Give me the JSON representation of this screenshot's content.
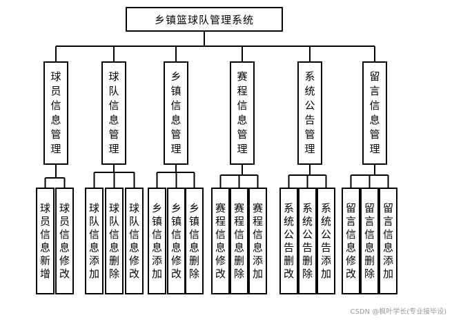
{
  "root": {
    "title": "乡镇篮球队管理系统"
  },
  "modules": [
    {
      "label": "球员信息管理",
      "children": [
        "球员信息新增",
        "球员信息修改"
      ]
    },
    {
      "label": "球队信息管理",
      "children": [
        "球队信息添加",
        "球队信息删除",
        "球队信息修改"
      ]
    },
    {
      "label": "乡镇信息管理",
      "children": [
        "乡镇信息添加",
        "乡镇信息修改",
        "乡镇信息删除"
      ]
    },
    {
      "label": "赛程信息管理",
      "children": [
        "赛程信息修改",
        "赛程信息删除",
        "赛程信息添加"
      ]
    },
    {
      "label": "系统公告管理",
      "children": [
        "系统公告删改",
        "系统公告删除",
        "系统公告添加"
      ]
    },
    {
      "label": "留言信息管理",
      "children": [
        "留言信息修改",
        "留言信息删除",
        "留言信息添加"
      ]
    }
  ],
  "watermark": "CSDN @枫叶学长(专业接毕设)"
}
